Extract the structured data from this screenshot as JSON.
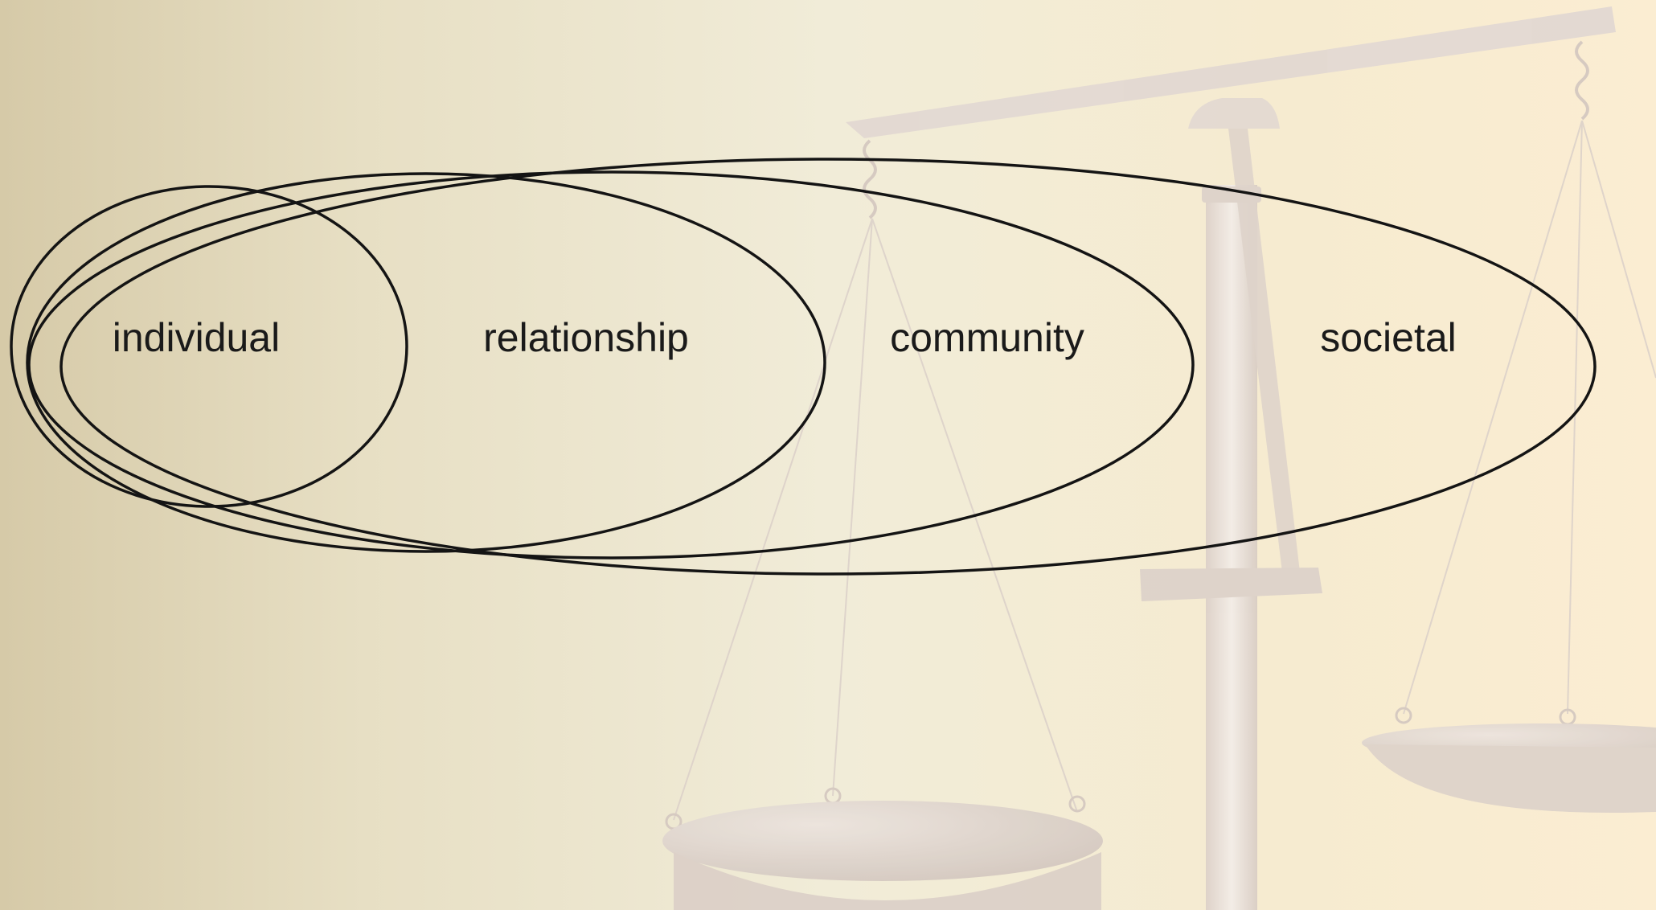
{
  "diagram": {
    "levels": [
      {
        "id": "individual",
        "label": "individual"
      },
      {
        "id": "relationship",
        "label": "relationship"
      },
      {
        "id": "community",
        "label": "community"
      },
      {
        "id": "societal",
        "label": "societal"
      }
    ]
  },
  "background": {
    "illustration": "balance-scale",
    "colors": {
      "gradient_left": "#d6caa8",
      "gradient_right": "#fbedd2",
      "scale": "#e2d8d2",
      "ring_stroke": "#141414"
    }
  }
}
